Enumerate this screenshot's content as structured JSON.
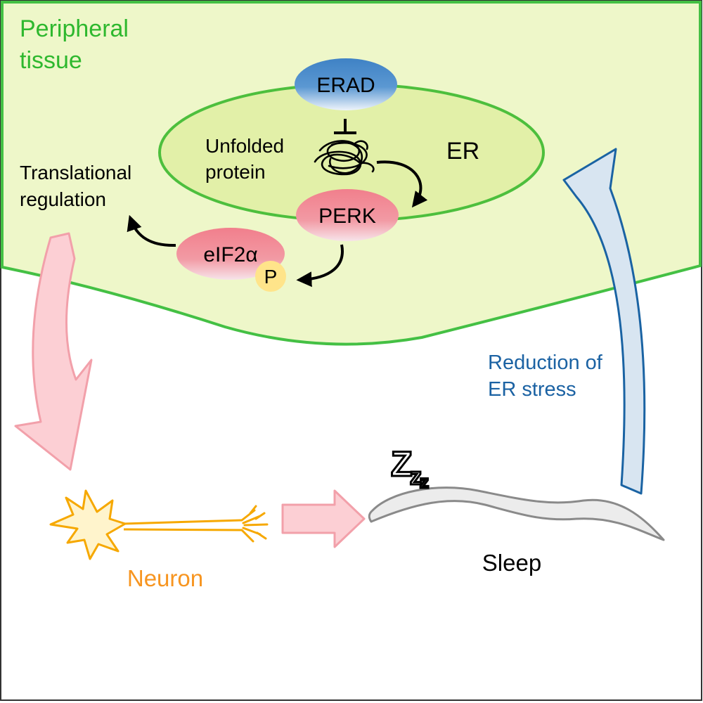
{
  "labels": {
    "region_line1": "Peripheral",
    "region_line2": "tissue",
    "erad": "ERAD",
    "er": "ER",
    "unfolded_line1": "Unfolded",
    "unfolded_line2": "protein",
    "perk": "PERK",
    "eif2a": "eIF2α",
    "phospho": "P",
    "translational_line1": "Translational",
    "translational_line2": "regulation",
    "reduction_line1": "Reduction of",
    "reduction_line2": "ER stress",
    "neuron": "Neuron",
    "sleep": "Sleep",
    "zzz": [
      "Z",
      "z",
      "z"
    ]
  },
  "colors": {
    "tissue_fill": "#eef7c9",
    "tissue_stroke": "#44c044",
    "er_fill": "#e2f0a8",
    "erad_blue": "#3f82c5",
    "perk_pink": "#f0838f",
    "phospho_yellow": "#ffe48a",
    "pink_arrow_fill": "#fccfd4",
    "pink_arrow_stroke": "#f2a0aa",
    "blue_arrow_fill": "#d8e5f1",
    "blue_arrow_stroke": "#1a63a3",
    "neuron_orange": "#f6a800",
    "neuron_label": "#f79520",
    "worm_fill": "#ececec",
    "worm_stroke": "#8a8a8a",
    "region_label": "#2eb82e",
    "reduction_label": "#1b62a3"
  }
}
